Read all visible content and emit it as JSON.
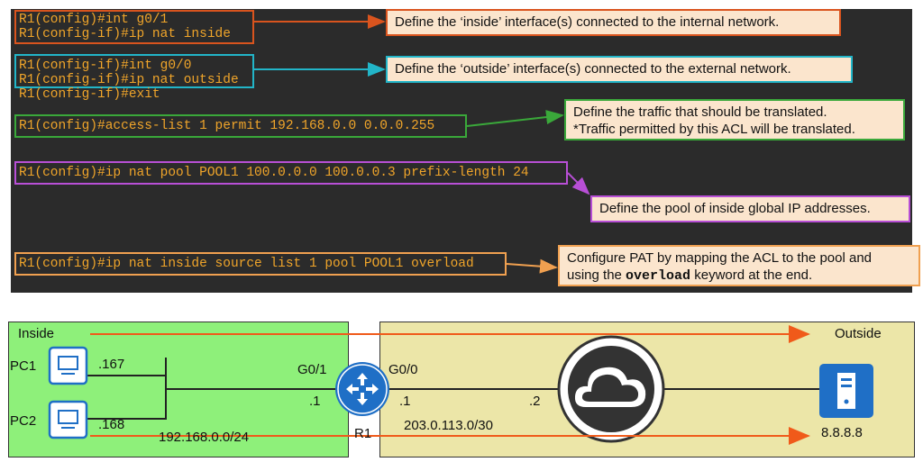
{
  "config": {
    "lines": {
      "int_g01": "R1(config)#int g0/1",
      "nat_inside": "R1(config-if)#ip nat inside",
      "int_g00": "R1(config-if)#int g0/0",
      "nat_outside": "R1(config-if)#ip nat outside",
      "exit": "R1(config-if)#exit",
      "acl": "R1(config)#access-list 1 permit 192.168.0.0 0.0.0.255",
      "pool": "R1(config)#ip nat pool POOL1 100.0.0.0 100.0.0.3 prefix-length 24",
      "pat": "R1(config)#ip nat inside source list 1 pool POOL1 overload"
    },
    "notes": {
      "inside": "Define the ‘inside’ interface(s) connected to the internal network.",
      "outside": "Define the ‘outside’ interface(s) connected to the external network.",
      "acl_line1": "Define the traffic that should be translated.",
      "acl_line2": "*Traffic permitted by this ACL will be translated.",
      "pool": "Define the pool of inside global IP addresses.",
      "pat_line1": "Configure PAT by mapping the ACL to the pool and",
      "pat_line2_pre": "using the ",
      "pat_keyword": "overload",
      "pat_line2_post": " keyword at the end."
    },
    "colors": {
      "inside": "#d9541e",
      "outside": "#22b5c8",
      "acl": "#3aa83a",
      "pool": "#b84fd6",
      "pat": "#f0a050"
    }
  },
  "topology": {
    "inside_label": "Inside",
    "outside_label": "Outside",
    "pc1": "PC1",
    "pc2": "PC2",
    "pc1_ip": ".167",
    "pc2_ip": ".168",
    "lan_subnet": "192.168.0.0/24",
    "r1_g01": "G0/1",
    "r1_g00": "G0/0",
    "r1_inside_ip": ".1",
    "r1_outside_ip": ".1",
    "isp_ip": ".2",
    "router": "R1",
    "wan_subnet": "203.0.113.0/30",
    "server_ip": "8.8.8.8",
    "colors": {
      "inside_zone": "#8ef07a",
      "outside_zone": "#ece6a8",
      "arrow": "#f05a1a",
      "device_blue": "#1f6fc6"
    }
  }
}
